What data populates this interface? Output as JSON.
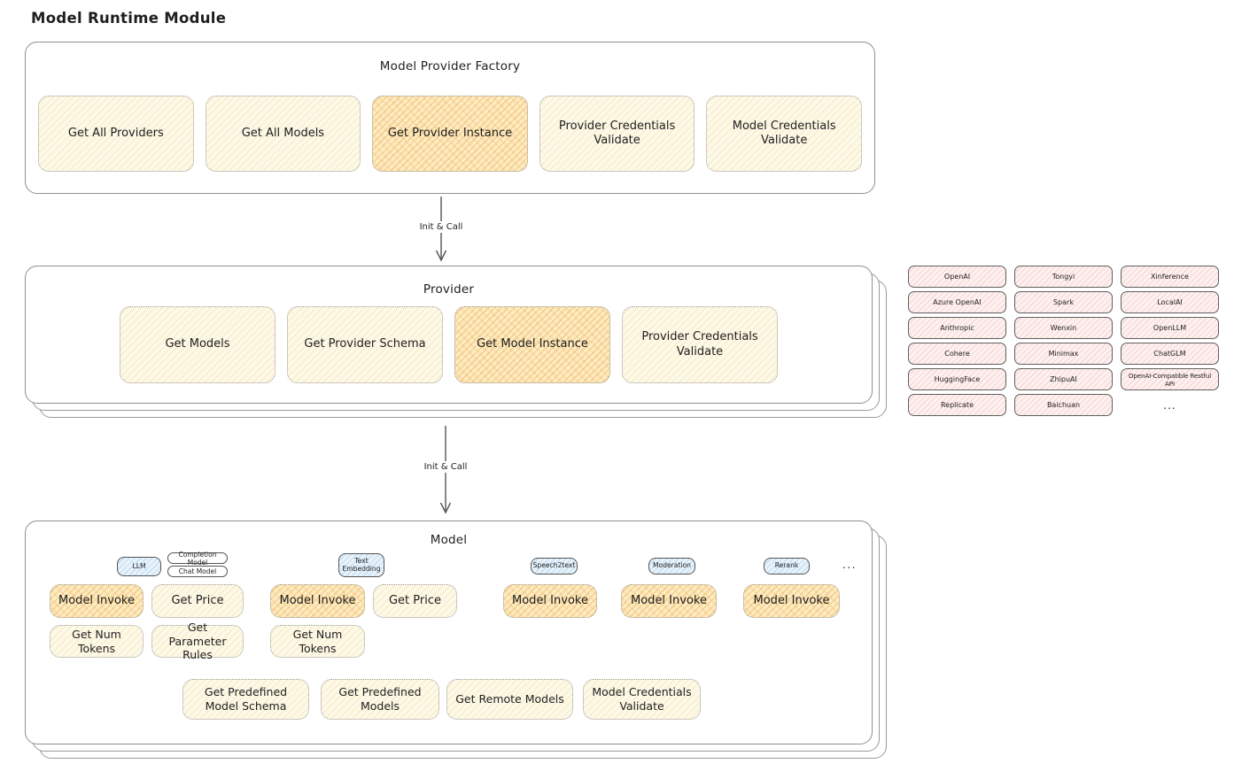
{
  "page": {
    "title": "Model Runtime Module"
  },
  "arrows": {
    "init_call_1": "Init & Call",
    "init_call_2": "Init & Call"
  },
  "factory": {
    "title": "Model Provider Factory",
    "highlighted_item": "Get Provider Instance",
    "items": [
      "Get All Providers",
      "Get All Models",
      "Get Provider Instance",
      "Provider Credentials Validate",
      "Model Credentials Validate"
    ]
  },
  "provider": {
    "title": "Provider",
    "highlighted_item": "Get Model Instance",
    "items": [
      "Get Models",
      "Get Provider Schema",
      "Get Model Instance",
      "Provider Credentials Validate"
    ]
  },
  "providers_grid": {
    "col1": [
      "OpenAI",
      "Azure OpenAI",
      "Anthropic",
      "Cohere",
      "HuggingFace",
      "Replicate"
    ],
    "col2": [
      "Tongyi",
      "Spark",
      "Wenxin",
      "Minimax",
      "ZhipuAI",
      "Baichuan"
    ],
    "col3": [
      "Xinference",
      "LocalAI",
      "OpenLLM",
      "ChatGLM",
      "OpenAI-Compatible Restful API"
    ],
    "ellipsis": "..."
  },
  "model": {
    "title": "Model",
    "tabs": {
      "llm": "LLM",
      "completion_model": "Completion Model",
      "chat_model": "Chat Model",
      "text_embedding": "Text Embedding",
      "speech2text": "Speech2text",
      "moderation": "Moderation",
      "rerank": "Rerank",
      "ellipsis": "..."
    },
    "ops": {
      "model_invoke": "Model Invoke",
      "get_price": "Get Price",
      "get_num_tokens": "Get Num Tokens",
      "get_parameter_rules": "Get Parameter Rules"
    },
    "bottom_ops": [
      "Get Predefined Model Schema",
      "Get Predefined Models",
      "Get Remote Models",
      "Model Credentials Validate"
    ]
  },
  "colors": {
    "ink": "#1e1e1e",
    "frame_border": "#8f8f8f",
    "yellow_fill": "#fdf9e9",
    "yellow_hatch": "#ebc35a",
    "orange_fill": "#fcecc4",
    "orange_hatch": "#f0a641",
    "pink_fill": "#fdf1f0",
    "pink_hatch": "#eb9696",
    "blue_fill": "#e8f3fb",
    "blue_hatch": "#78afdc"
  }
}
